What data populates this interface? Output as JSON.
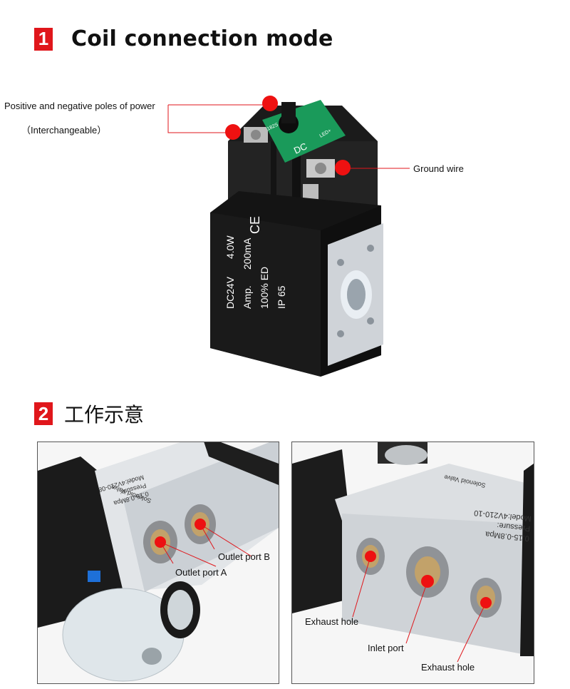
{
  "section1": {
    "number": "1",
    "title": "Coil connection mode"
  },
  "section2": {
    "number": "2",
    "title": "工作示意"
  },
  "coil": {
    "callout_power": "Positive and negative poles of power",
    "callout_interchangeable": "（Interchangeable）",
    "callout_ground": "Ground wire",
    "board_text": "DC",
    "board_led": "LED+",
    "board_code": "182S",
    "label_voltage": "DC24V",
    "label_power": "4.0W",
    "label_amp": "Amp.",
    "label_current": "200mA",
    "label_duty": "100% ED",
    "label_ip": "IP 65",
    "label_ce": "CE"
  },
  "left_panel": {
    "outlet_b": "Outlet port B",
    "outlet_a": "Outlet port A",
    "model_text": "Model:4V210-08",
    "pressure_text": "Pressure:",
    "range_text": "0.15-0.8Mpa",
    "type_text": "Solenoid Valve"
  },
  "right_panel": {
    "exhaust_hole_1": "Exhaust hole",
    "inlet_port": "Inlet port",
    "exhaust_hole_2": "Exhaust hole",
    "model_text": "Model:4V210-10",
    "pressure_text": "Pressure:",
    "range_text": "0.15-0.8Mpa",
    "type_text": "Solenoid Valve"
  },
  "colors": {
    "accent": "#e0161b",
    "dot": "#ee1111",
    "board": "#1a9a5a"
  }
}
